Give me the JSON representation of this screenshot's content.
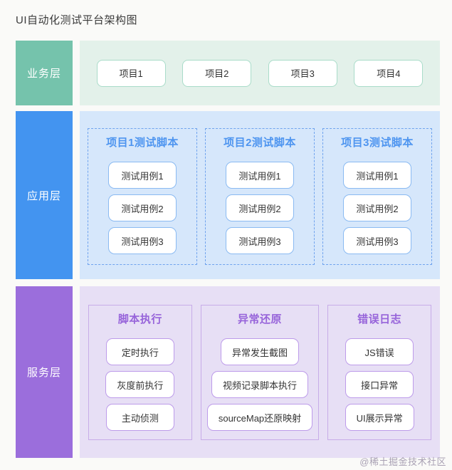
{
  "page": {
    "title": "UI自动化测试平台架构图",
    "watermark": "@稀土掘金技术社区"
  },
  "colors": {
    "business_accent": "#75c3ac",
    "business_panel": "#e3f1ea",
    "application_accent": "#4394f0",
    "application_panel": "#d6e7fb",
    "service_accent": "#9b6edc",
    "service_panel": "#e7dff5"
  },
  "layers": {
    "business": {
      "label": "业务层",
      "items": [
        "项目1",
        "项目2",
        "项目3",
        "项目4"
      ]
    },
    "application": {
      "label": "应用层",
      "groups": [
        {
          "title": "项目1测试脚本",
          "items": [
            "测试用例1",
            "测试用例2",
            "测试用例3"
          ]
        },
        {
          "title": "项目2测试脚本",
          "items": [
            "测试用例1",
            "测试用例2",
            "测试用例3"
          ]
        },
        {
          "title": "项目3测试脚本",
          "items": [
            "测试用例1",
            "测试用例2",
            "测试用例3"
          ]
        }
      ]
    },
    "service": {
      "label": "服务层",
      "groups": [
        {
          "title": "脚本执行",
          "items": [
            "定时执行",
            "灰度前执行",
            "主动侦测"
          ]
        },
        {
          "title": "异常还原",
          "items": [
            "异常发生截图",
            "视频记录脚本执行",
            "sourceMap还原映射"
          ]
        },
        {
          "title": "错误日志",
          "items": [
            "JS错误",
            "接口异常",
            "UI展示异常"
          ]
        }
      ]
    }
  }
}
